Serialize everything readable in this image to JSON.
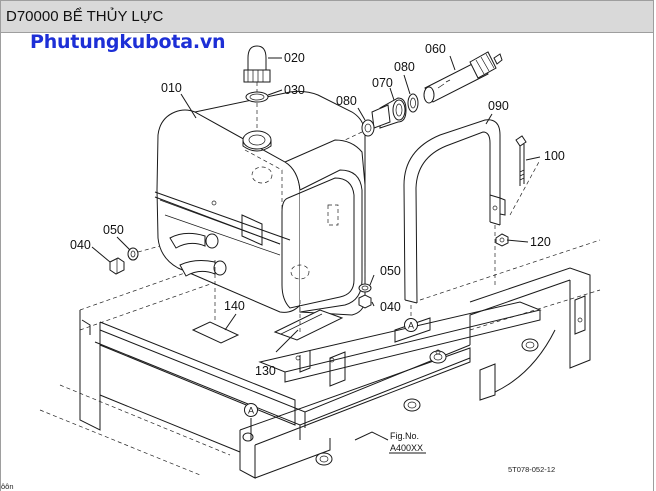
{
  "header": {
    "title": "D70000 BỂ THỦY LỰC"
  },
  "brand": {
    "text": "Phutungkubota.vn"
  },
  "callouts": {
    "p010": "010",
    "p020": "020",
    "p030": "030",
    "p040a": "040",
    "p040b": "040",
    "p050a": "050",
    "p050b": "050",
    "p060": "060",
    "p070": "070",
    "p080a": "080",
    "p080b": "080",
    "p090": "090",
    "p100": "100",
    "p120": "120",
    "p130": "130",
    "p140": "140"
  },
  "refs": {
    "a_upper": "A",
    "a_lower": "A"
  },
  "fig_ref": {
    "line1": "Fig.No.",
    "line2": "A400XX"
  },
  "drawing_no": "5T078-052-12",
  "corner_mark": "ôôn"
}
